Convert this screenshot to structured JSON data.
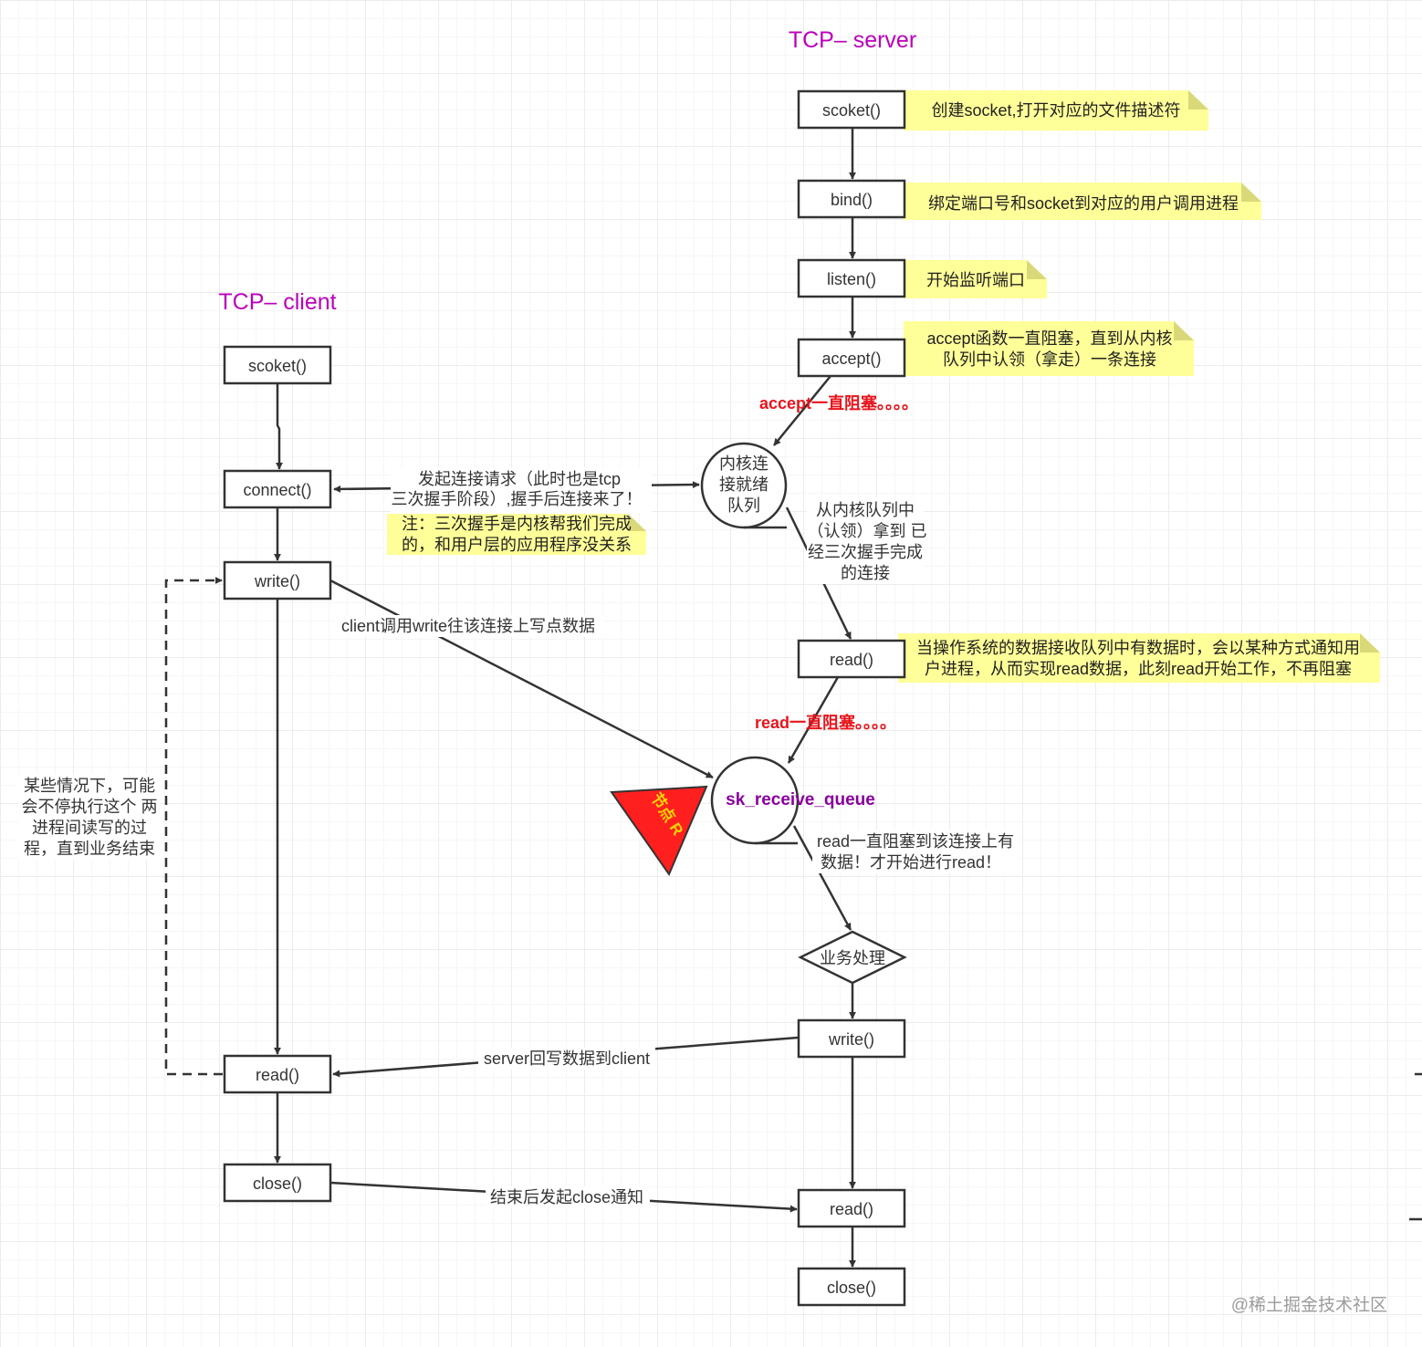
{
  "titles": {
    "server": "TCP– server",
    "client": "TCP– client"
  },
  "server": {
    "socket": "scoket()",
    "bind": "bind()",
    "listen": "listen()",
    "accept": "accept()",
    "read1": "read()",
    "business": "业务处理",
    "write": "write()",
    "read2": "read()",
    "close": "close()"
  },
  "client": {
    "socket": "scoket()",
    "connect": "connect()",
    "write": "write()",
    "read": "read()",
    "close": "close()"
  },
  "queues": {
    "kernel_line1": "内核连",
    "kernel_line2": "接就绪",
    "kernel_line3": "队列",
    "receive": "sk_receive_queue"
  },
  "notes": {
    "socket": "创建socket,打开对应的文件描述符",
    "bind": "绑定端口号和socket到对应的用户调用进程",
    "listen": "开始监听端口",
    "accept_line1": "accept函数一直阻塞，直到从内核",
    "accept_line2": "队列中认领（拿走）一条连接",
    "read_line1": "当操作系统的数据接收队列中有数据时，会以某种方式通知用",
    "read_line2": "户进程，从而实现read数据，此刻read开始工作，不再阻塞",
    "handshake_line1": "注：三次握手是内核帮我们完成",
    "handshake_line2": "的，和用户层的应用程序没关系"
  },
  "labels": {
    "accept_block": "accept一直阻塞。。。。",
    "read_block": "read一直阻塞。。。。",
    "connect_line1": "发起连接请求（此时也是tcp",
    "connect_line2": "三次握手阶段）,握手后连接来了！",
    "claim_line1": "从内核队列中",
    "claim_line2": "（认领）拿到 已",
    "claim_line3": "经三次握手完成",
    "claim_line4": "的连接",
    "client_write": "client调用write往该连接上写点数据",
    "wait_line1": "read一直阻塞到该连接上有",
    "wait_line2": "数据！才开始进行read！",
    "server_reply": "server回写数据到client",
    "close_notify": "结束后发起close通知",
    "loop_line1": "某些情况下，可能",
    "loop_line2": "会不停执行这个 两",
    "loop_line3": "进程间读写的过",
    "loop_line4": "程，直到业务结束"
  },
  "marker": {
    "text": "节点 R"
  },
  "watermark": "@稀土掘金技术社区",
  "colors": {
    "title": "#bb00bb",
    "blocking_text": "#e8141b",
    "queue_text": "#8a009e",
    "note_fill": "#ffff99",
    "marker_fill": "#ff1f1f",
    "marker_text": "#f7d600"
  }
}
